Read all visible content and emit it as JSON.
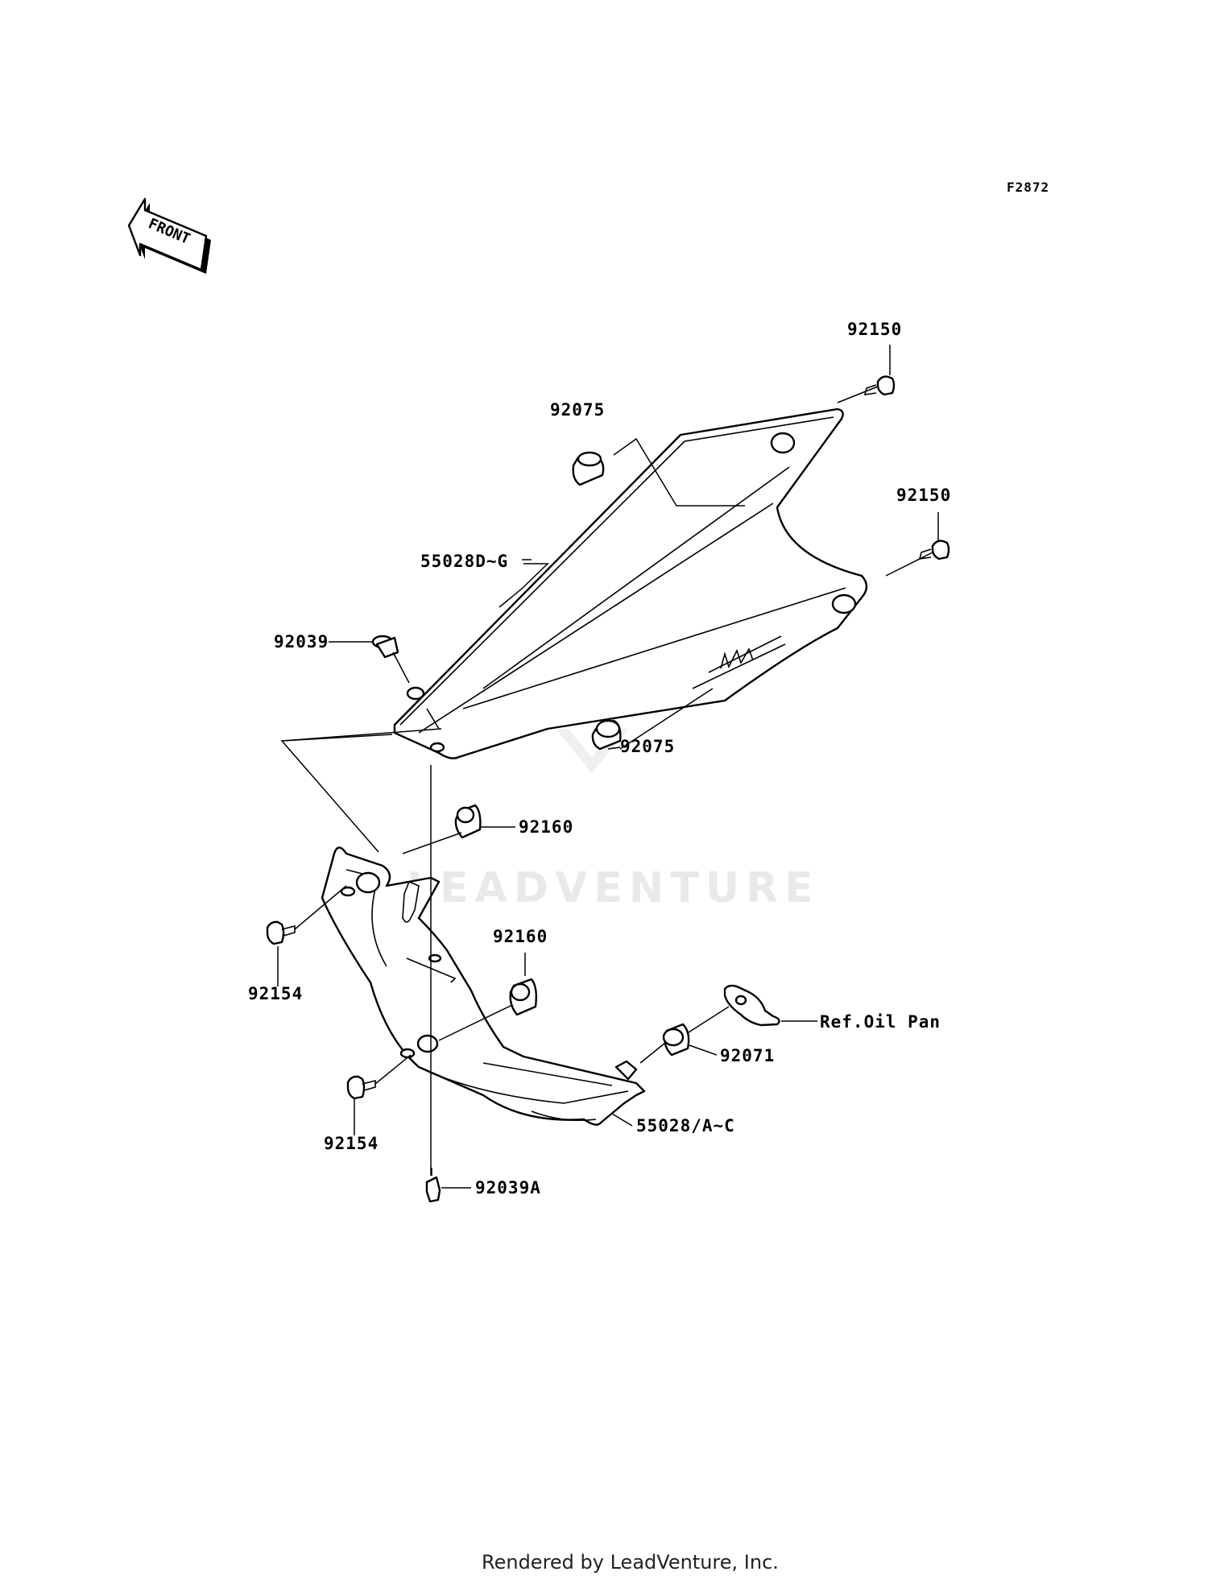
{
  "figure_code": "F2872",
  "front_label": "FRONT",
  "callouts": {
    "bolt_upper_right_top": "92150",
    "bolt_upper_right_side": "92150",
    "grommet_upper_left": "92075",
    "grommet_upper_right": "92075",
    "upper_cover": "55028D~G",
    "clip_upper": "92039",
    "damper_upper": "92160",
    "damper_lower": "92160",
    "bolt_lower_left": "92154",
    "bolt_lower_mid": "92154",
    "grommet_lower": "92071",
    "ref_oil_pan": "Ref.Oil Pan",
    "lower_cover": "55028/A~C",
    "clip_lower": "92039A"
  },
  "watermark": "LEADVENTURE",
  "footer": "Rendered by LeadVenture, Inc."
}
